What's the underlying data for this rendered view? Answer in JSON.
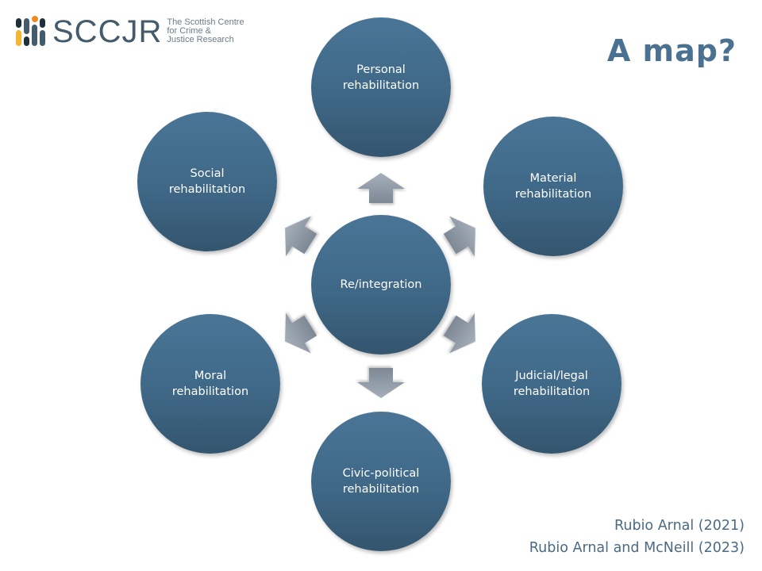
{
  "logo": {
    "acronym": "SCCJR",
    "subtitle_lines": [
      "The Scottish Centre",
      "for Crime &",
      "Justice Research"
    ],
    "colors": {
      "dark": "#1f2f3c",
      "mid": "#445b6b",
      "orange": "#ef8a21",
      "yellow": "#f5b531"
    }
  },
  "title": "A map?",
  "diagram": {
    "center": {
      "id": "reintegration",
      "label": "Re/integration"
    },
    "nodes": [
      {
        "id": "personal",
        "label": "Personal\nrehabilitation",
        "direction": "up"
      },
      {
        "id": "material",
        "label": "Material\nrehabilitation",
        "direction": "up-right"
      },
      {
        "id": "judicial",
        "label": "Judicial/legal\nrehabilitation",
        "direction": "down-right"
      },
      {
        "id": "civic",
        "label": "Civic-political\nrehabilitation",
        "direction": "down"
      },
      {
        "id": "moral",
        "label": "Moral\nrehabilitation",
        "direction": "down-left"
      },
      {
        "id": "social",
        "label": "Social\nrehabilitation",
        "direction": "up-left"
      }
    ],
    "colors": {
      "node": "#3f6887",
      "arrow_top": "#a4adb8",
      "arrow_bottom": "#7f8a97",
      "text": "#ffffff"
    }
  },
  "references": [
    "Rubio Arnal (2021)",
    "Rubio Arnal and McNeill (2023)"
  ]
}
